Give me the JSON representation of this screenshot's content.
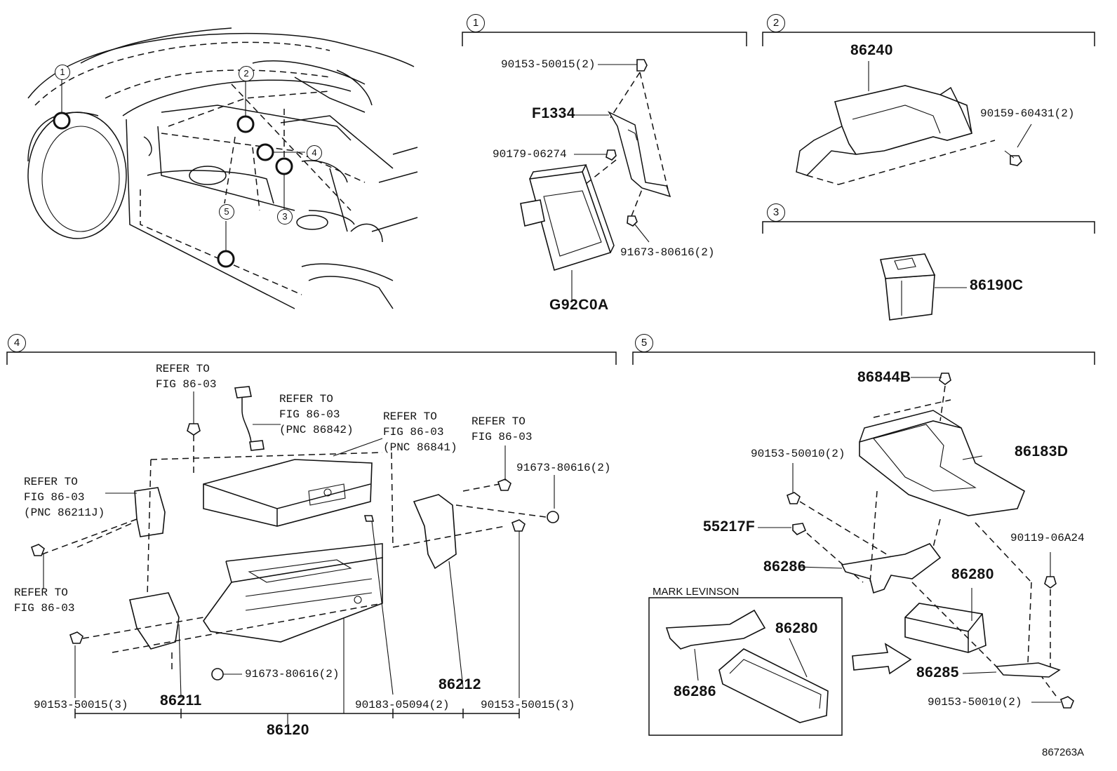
{
  "diagram_id": "867263A",
  "overview": {
    "callouts": [
      "1",
      "2",
      "3",
      "4",
      "5"
    ]
  },
  "sections": [
    {
      "num": "1"
    },
    {
      "num": "2"
    },
    {
      "num": "3"
    },
    {
      "num": "4"
    },
    {
      "num": "5"
    }
  ],
  "section1": {
    "screw_top": "90153-50015(2)",
    "bracket": "F1334",
    "nut": "90179-06274",
    "screws_bottom": "91673-80616(2)",
    "module": "G92C0A"
  },
  "section2": {
    "module": "86240",
    "screws": "90159-60431(2)"
  },
  "section3": {
    "module": "86190C"
  },
  "section4": {
    "refer_top": "REFER TO\nFIG 86-03",
    "refer_cable": "REFER TO\nFIG 86-03\n(PNC 86842)",
    "refer_display": "REFER TO\nFIG 86-03\n(PNC 86841)",
    "refer_right": "REFER TO\nFIG 86-03",
    "refer_left_bracket": "REFER TO\nFIG 86-03\n(PNC 86211J)",
    "refer_left_screw": "REFER TO\nFIG 86-03",
    "screw_right_top": "91673-80616(2)",
    "screw_bottom_mid": "91673-80616(2)",
    "screw_bottom_left": "90153-50015(3)",
    "bracket_left": "86211",
    "clip": "90183-05094(2)",
    "bracket_right": "86212",
    "screw_bottom_right": "90153-50015(3)",
    "assembly": "86120"
  },
  "section5": {
    "bolt_top": "86844B",
    "cover": "86183D",
    "screw_left": "90153-50010(2)",
    "clip": "55217F",
    "bolt_right": "90119-06A24",
    "bracket": "86286",
    "amplifier": "86280",
    "bracket_lower": "86285",
    "screw_bottom": "90153-50010(2)",
    "variant_title": "MARK LEVINSON",
    "variant_amplifier": "86280",
    "variant_bracket": "86286"
  }
}
